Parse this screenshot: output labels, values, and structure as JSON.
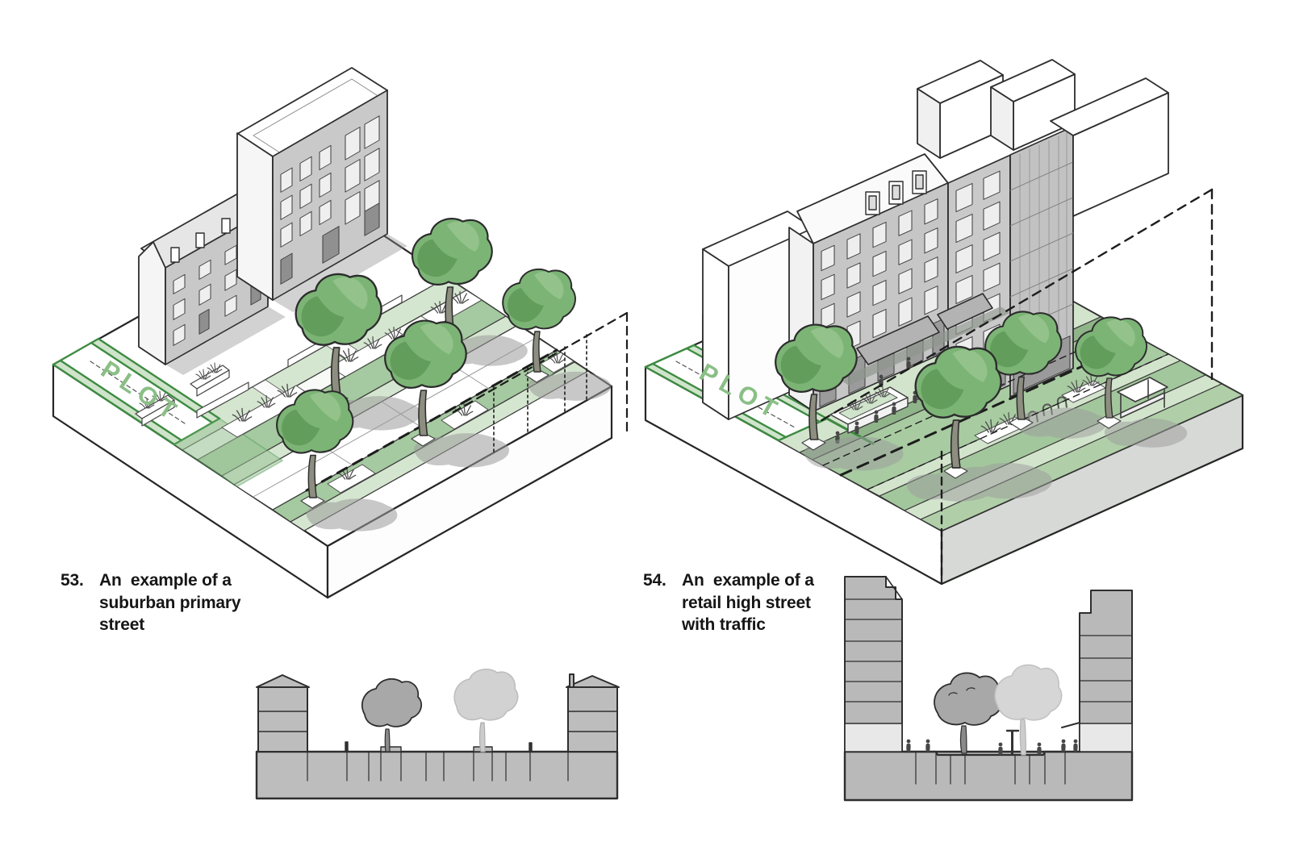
{
  "document": {
    "kind": "urban design guide figure sheet",
    "background": "#ffffff",
    "content": "Two hand-drawn axonometric street-block diagrams with grey cross-sections below"
  },
  "figures": [
    {
      "number": "53.",
      "caption": "An  example of a\nsuburban primary\nstreet",
      "plot_label": "PLOT",
      "drawing": "axonometric block: terraced house and flat-roofed apartment building, front gardens, tree-lined verges, carriageway, dashed section plane",
      "section": "grey cross-section: two 3-storey buildings flanking street with two trees"
    },
    {
      "number": "54.",
      "caption": "An  example of a\nretail high street\nwith traffic",
      "plot_label": "PLOT",
      "drawing": "axonometric block: 6-7 storey mixed-use buildings with shopfront awnings, pedestrians, street trees, planters, bus shelter, cycle stands, dashed section plane",
      "section": "grey cross-section: two tall buildings with active ground floors, street with two trees and pedestrians"
    }
  ],
  "colors": {
    "plot_border_green": "#3d8b41",
    "plot_text_green": "#8abf85",
    "pavement_light_green": "#d5e6d0",
    "verge_mid_green": "#a5c9a0",
    "road_green": "#a8cba1",
    "footway_dark_green": "#8fb489",
    "tree_green": "#7cb476",
    "tree_green_dark": "#619a59",
    "tree_green_light": "#93c38a",
    "building_grey": "#c7c7c7",
    "roof_light_grey": "#e6e6e6",
    "section_grey": "#bdbdbd",
    "shadow_grey": "#9c9c9c",
    "line_ink": "#2e2e2e"
  }
}
